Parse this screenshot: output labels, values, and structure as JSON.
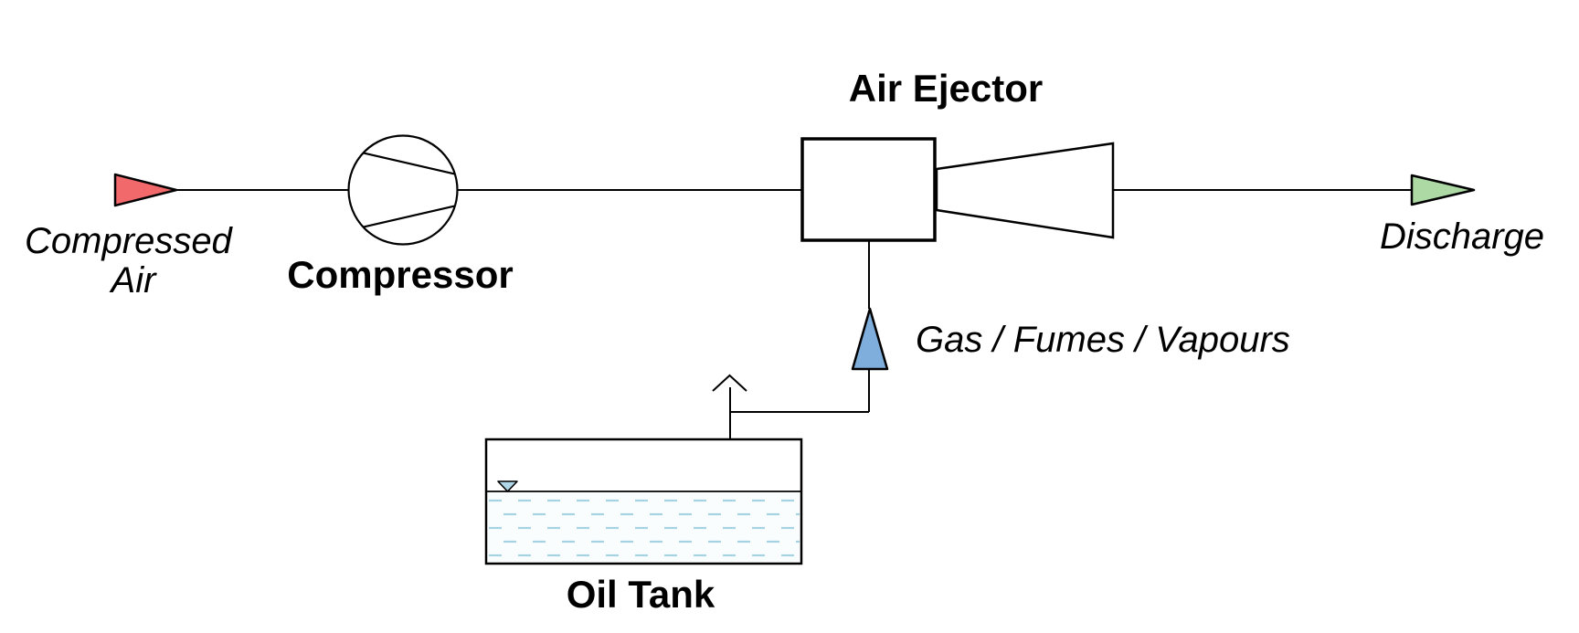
{
  "diagram": {
    "kind": "process-flow-diagram",
    "background": "#FFFFFF",
    "line_color": "#000000",
    "nodes": {
      "compressed_air": {
        "label_line1": "Compressed",
        "label_line2": "Air",
        "arrow_color": "#F2696C",
        "arrow_direction": "right"
      },
      "compressor": {
        "label": "Compressor",
        "symbol": "circle-with-converging-vanes"
      },
      "air_ejector": {
        "label": "Air Ejector",
        "symbol": "box-with-diverging-diffuser"
      },
      "discharge": {
        "label": "Discharge",
        "arrow_color": "#ACD9A4",
        "arrow_direction": "right"
      },
      "gas_fumes_vapours": {
        "label": "Gas / Fumes / Vapours",
        "arrow_color": "#7FAEDC",
        "arrow_direction": "up"
      },
      "oil_tank": {
        "label": "Oil Tank",
        "liquid_bg_color": "#FAFDFE",
        "liquid_dash_color": "#A6D3E2",
        "level_marker_color": "#AFD7E8",
        "has_vent": true
      }
    }
  }
}
